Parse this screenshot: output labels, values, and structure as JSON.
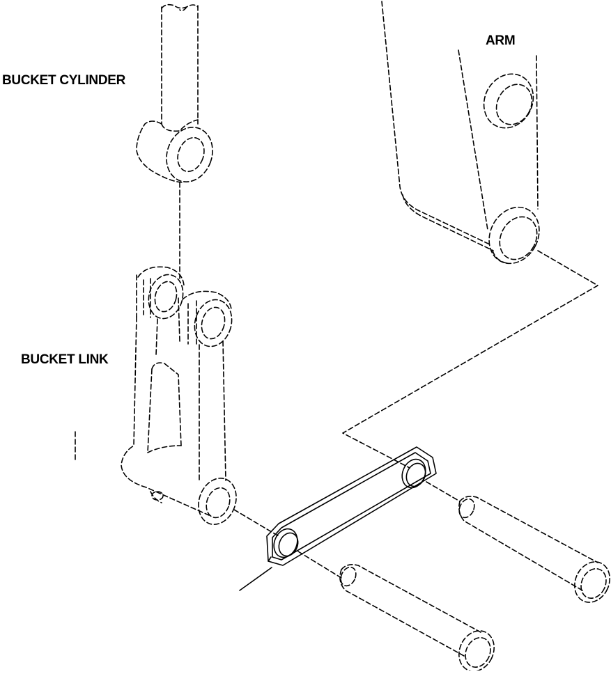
{
  "labels": {
    "arm": "ARM",
    "bucket_cylinder": "BUCKET CYLINDER",
    "bucket_link": "BUCKET LINK"
  }
}
